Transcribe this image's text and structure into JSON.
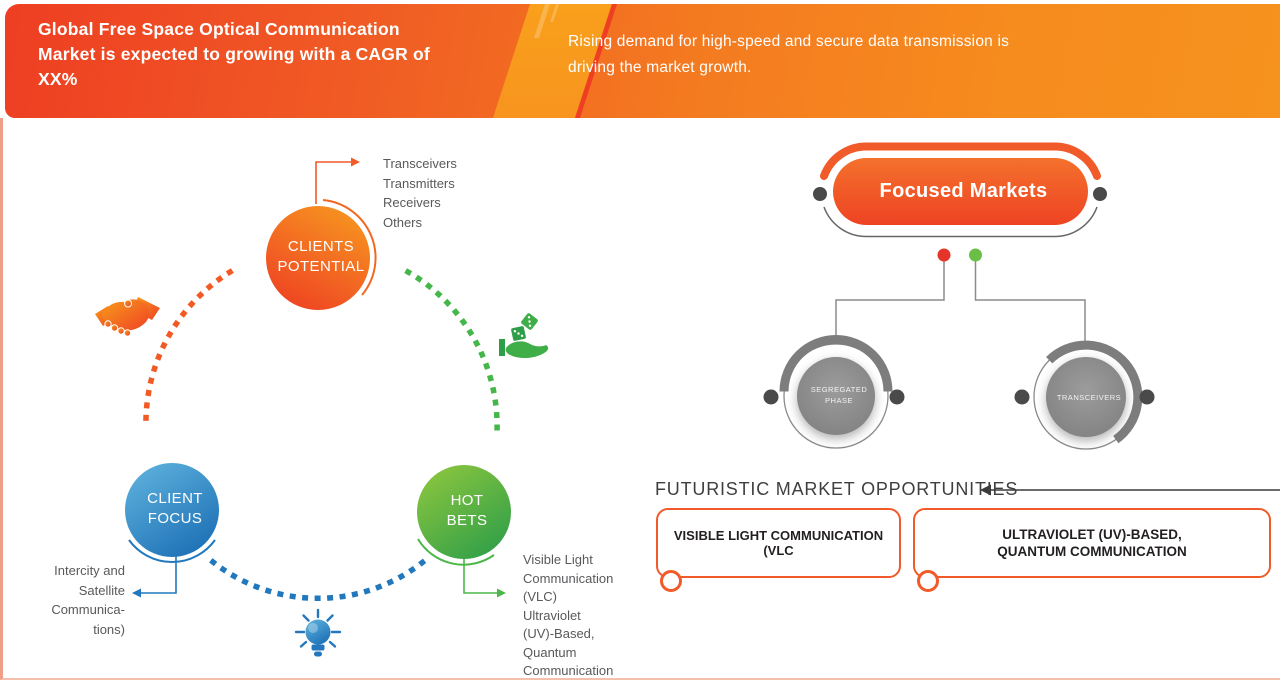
{
  "banner": {
    "title": "Global Free Space Optical Communication\nMarket  is expected to growing with a CAGR of\nXX%",
    "subtitle": "Rising demand for high-speed and secure data transmission is\ndriving the market growth."
  },
  "cycle": {
    "clients_potential": {
      "label": "CLIENTS\nPOTENTIAL",
      "items": "Transceivers\nTransmitters\nReceivers\nOthers"
    },
    "client_focus": {
      "label": "CLIENT\nFOCUS",
      "items": "Intercity and\nSatellite\nCommunica-\ntions)"
    },
    "hot_bets": {
      "label": "HOT\nBETS",
      "items": "Visible Light\nCommunication\n(VLC)\nUltraviolet\n(UV)-Based,\nQuantum\nCommunication"
    },
    "icons": {
      "handshake": "handshake-icon",
      "dice_hand": "dice-hand-icon",
      "lightbulb": "lightbulb-icon"
    }
  },
  "focused": {
    "title": "Focused Markets",
    "nodes": [
      "SEGREGATED\nPHASE",
      "TRANSCEIVERS"
    ]
  },
  "opportunities": {
    "heading": "FUTURISTIC MARKET OPPORTUNITIES",
    "boxes": [
      "VISIBLE LIGHT COMMUNICATION (VLC",
      "ULTRAVIOLET (UV)-BASED,\nQUANTUM COMMUNICATION"
    ]
  },
  "colors": {
    "banner_left": "#ee3e23",
    "banner_right": "#f6921e",
    "accent_orange": "#f15a29",
    "accent_blue": "#2178bc",
    "accent_green": "#45b649",
    "node_gray": "#848484",
    "dot_red": "#e5352b",
    "dot_green": "#6bbf45",
    "text_gray": "#58595b"
  }
}
